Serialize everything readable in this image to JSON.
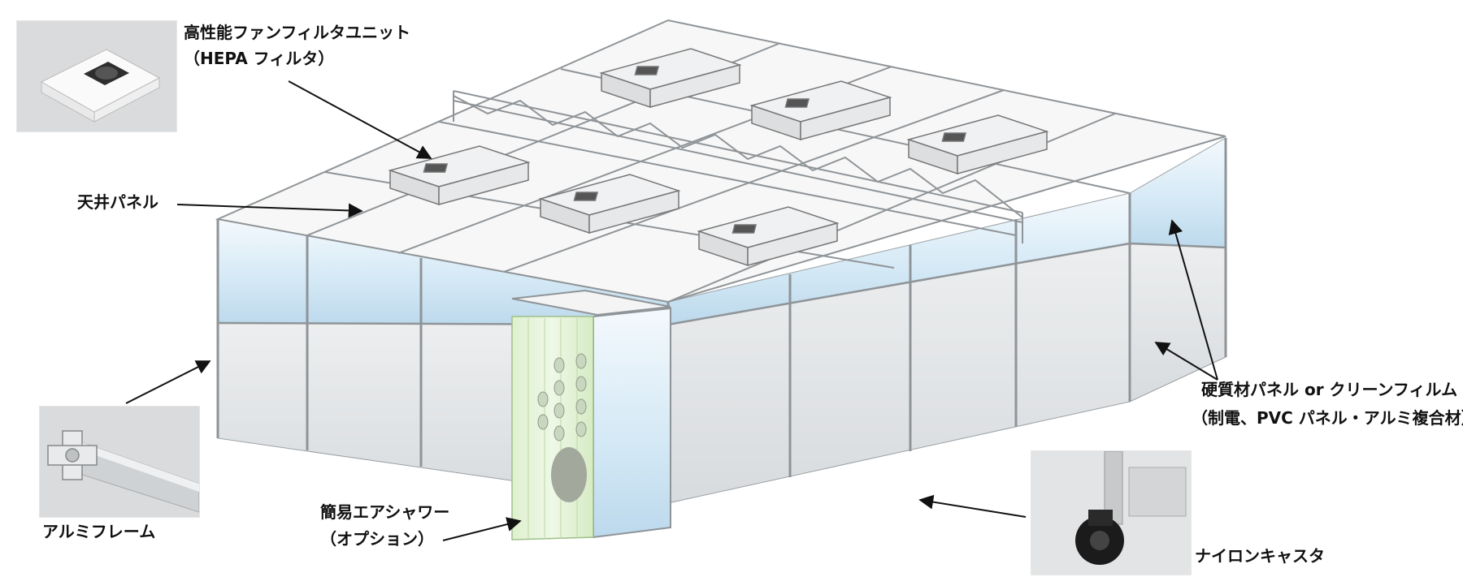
{
  "labels": {
    "fan_filter_line1": "高性能ファンフィルタユニット",
    "fan_filter_line2": "（HEPA フィルタ）",
    "ceiling_panel": "天井パネル",
    "aluminum_frame": "アルミフレーム",
    "air_shower_line1": "簡易エアシャワー",
    "air_shower_line2": "（オプション）",
    "wall_line1": "硬質材パネル or クリーンフィルム",
    "wall_line2": "（制電、PVC パネル・アルミ複合材）",
    "caster": "ナイロンキャスタ"
  },
  "colors": {
    "frame": "#8f9498",
    "glass": "#dcecf6",
    "panel": "#e4e6e8",
    "ceiling": "#f7f7f7",
    "curtain": "#e3f1d6",
    "arrow": "#111111"
  },
  "icons": [
    "fan-filter-photo",
    "aluminum-profile-photo",
    "caster-photo"
  ]
}
